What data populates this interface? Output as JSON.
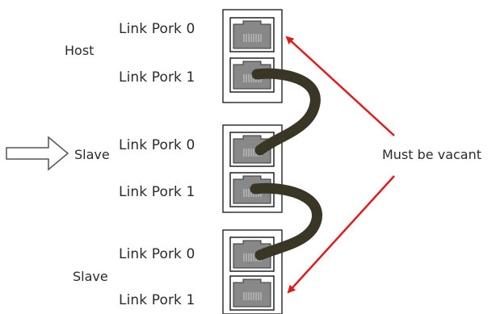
{
  "devices": [
    {
      "role": "Host",
      "ports": [
        {
          "label": "Link Pork 0",
          "state": "vacant"
        },
        {
          "label": "Link Pork 1",
          "state": "connected"
        }
      ]
    },
    {
      "role": "Slave",
      "ports": [
        {
          "label": "Link Pork 0",
          "state": "connected"
        },
        {
          "label": "Link Pork 1",
          "state": "connected"
        }
      ]
    },
    {
      "role": "Slave",
      "ports": [
        {
          "label": "Link Pork 0",
          "state": "connected"
        },
        {
          "label": "Link Pork 1",
          "state": "vacant"
        }
      ]
    }
  ],
  "annotation": {
    "text": "Must be vacant"
  },
  "colors": {
    "cable": "#3a3626",
    "arrow": "#e01b1b",
    "port_fill": "#8a8a8a",
    "device_border": "#333333"
  }
}
